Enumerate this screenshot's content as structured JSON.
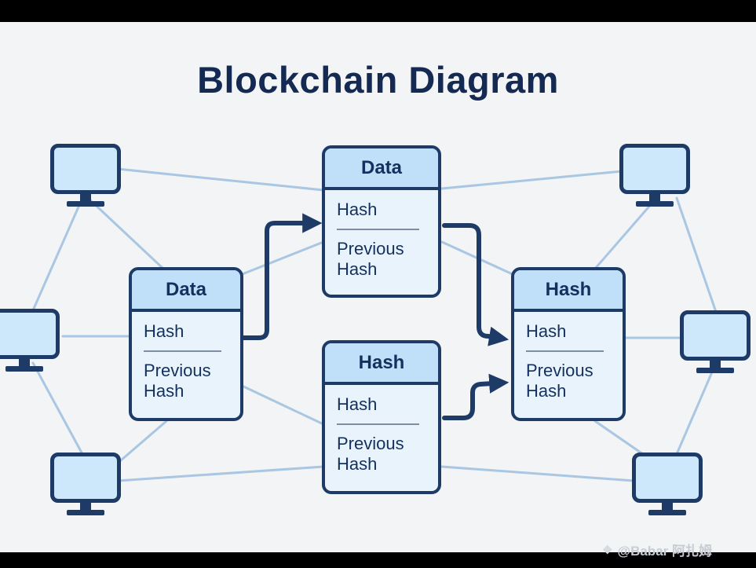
{
  "title": "Blockchain Diagram",
  "blocks": [
    {
      "id": "block-top",
      "header": "Data",
      "rows": [
        "Hash",
        "Previous Hash"
      ]
    },
    {
      "id": "block-left",
      "header": "Data",
      "rows": [
        "Hash",
        "Previous Hash"
      ]
    },
    {
      "id": "block-bottom",
      "header": "Hash",
      "rows": [
        "Hash",
        "Previous Hash"
      ]
    },
    {
      "id": "block-right",
      "header": "Hash",
      "rows": [
        "Hash",
        "Previous Hash"
      ]
    }
  ],
  "nodes": {
    "count": 6,
    "icon": "computer-monitor-icon"
  },
  "watermark": {
    "icon": "❖",
    "text": "@Babar 阿扎姆"
  },
  "colors": {
    "background": "#f2f4f6",
    "card_border": "#1d3b66",
    "card_header_fill": "#bfe0f8",
    "card_body_fill": "#e9f3fb",
    "network_line": "#a9c6e2",
    "arrow": "#1d3b66",
    "title_text": "#152a52",
    "watermark_text": "#c8cdd4"
  }
}
